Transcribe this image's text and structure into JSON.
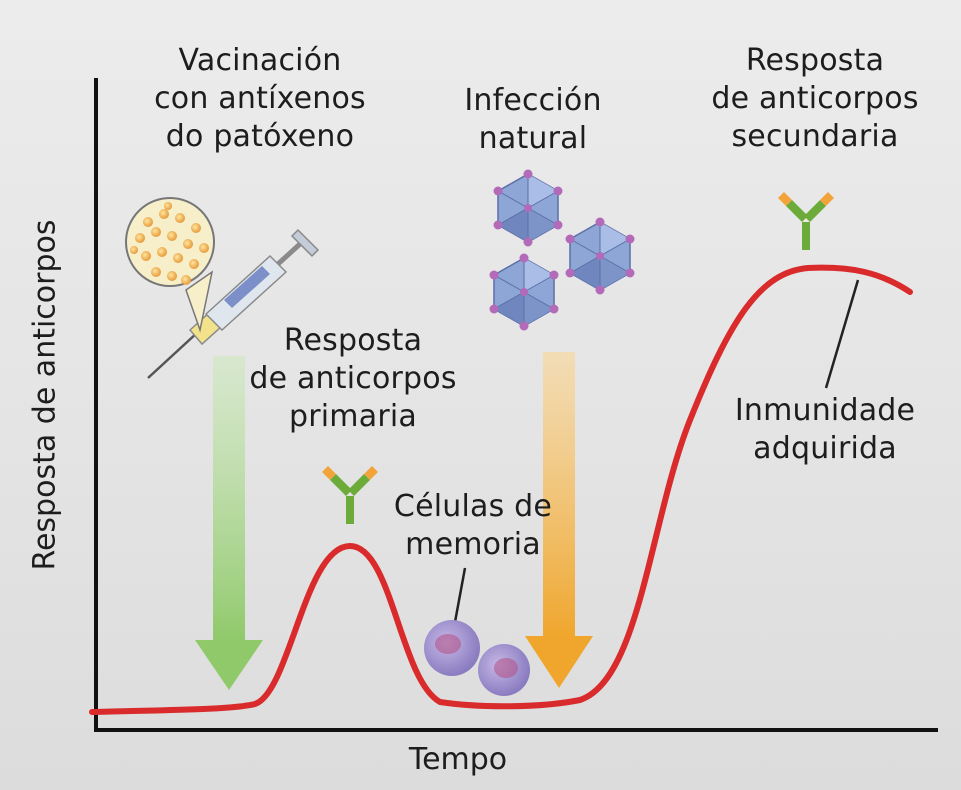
{
  "labels": {
    "vaccination": "Vacinación\ncon antíxenos\ndo patóxeno",
    "infection": "Infección\nnatural",
    "secondary_response": "Resposta\nde anticorpos\nsecundaria",
    "primary_response": "Resposta\nde anticorpos\nprimaria",
    "memory_cells": "Células de\nmemoria",
    "acquired_immunity": "Inmunidade\nadquirida"
  },
  "axes": {
    "y_label": "Resposta de anticorpos",
    "x_label": "Tempo"
  },
  "colors": {
    "curve": "#d92b2b",
    "vaccination_arrow": "#8fc96a",
    "infection_arrow": "#f0a62c",
    "antibody_green": "#6cab3a",
    "antibody_orange": "#f2a33a",
    "virus": "#8ea6d6",
    "cell": "#9a8fc7"
  },
  "icons": {
    "syringe": "syringe-icon",
    "antigen_closeup": "antigen-closeup-icon",
    "virus": "virus-icon",
    "antibody": "antibody-icon",
    "memory_cell": "memory-cell-icon"
  }
}
